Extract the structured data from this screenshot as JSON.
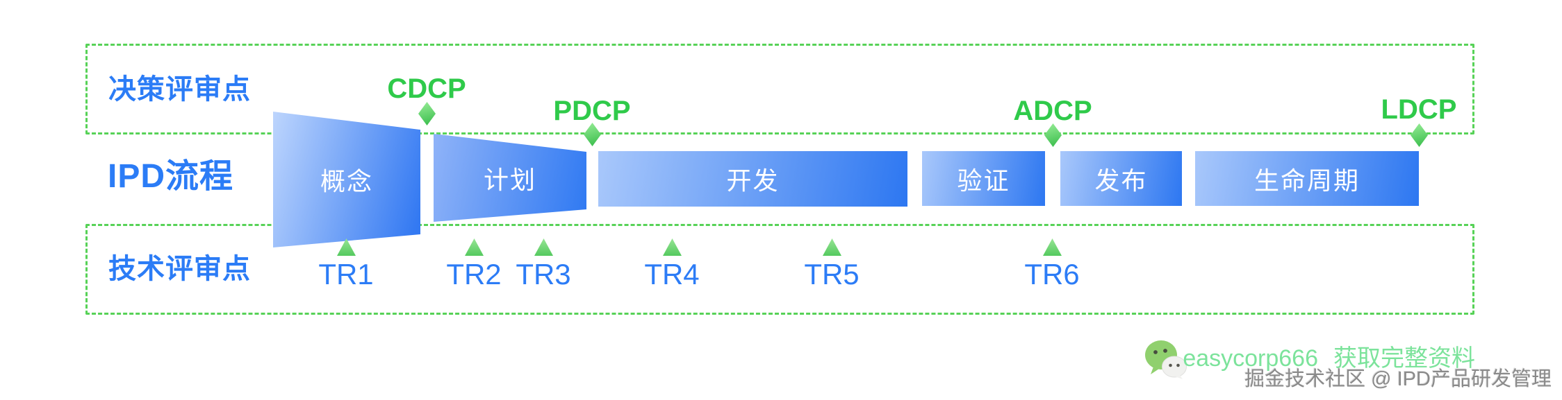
{
  "rows": {
    "decision_label": "决策评审点",
    "process_label": "IPD流程",
    "tech_label": "技术评审点"
  },
  "phases": [
    {
      "label": "概念"
    },
    {
      "label": "计划"
    },
    {
      "label": "开发"
    },
    {
      "label": "验证"
    },
    {
      "label": "发布"
    },
    {
      "label": "生命周期"
    }
  ],
  "decision_points": [
    {
      "label": "CDCP"
    },
    {
      "label": "PDCP"
    },
    {
      "label": "ADCP"
    },
    {
      "label": "LDCP"
    }
  ],
  "tech_points": [
    {
      "label": "TR1"
    },
    {
      "label": "TR2"
    },
    {
      "label": "TR3"
    },
    {
      "label": "TR4"
    },
    {
      "label": "TR5"
    },
    {
      "label": "TR6"
    }
  ],
  "watermark": {
    "wechat_id": "easycorp666",
    "cta": "获取完整资料",
    "credit": "掘金技术社区 @ IPD产品研发管理"
  },
  "colors": {
    "blue_text": "#2b7cf6",
    "green_dash": "#57d257",
    "green_text": "#2fca4a",
    "mint_watermark": "#7ce39b",
    "phase_gradient_start": "#a9c8fb",
    "phase_gradient_end": "#2d77f1",
    "wechat_green": "#90d06e"
  }
}
